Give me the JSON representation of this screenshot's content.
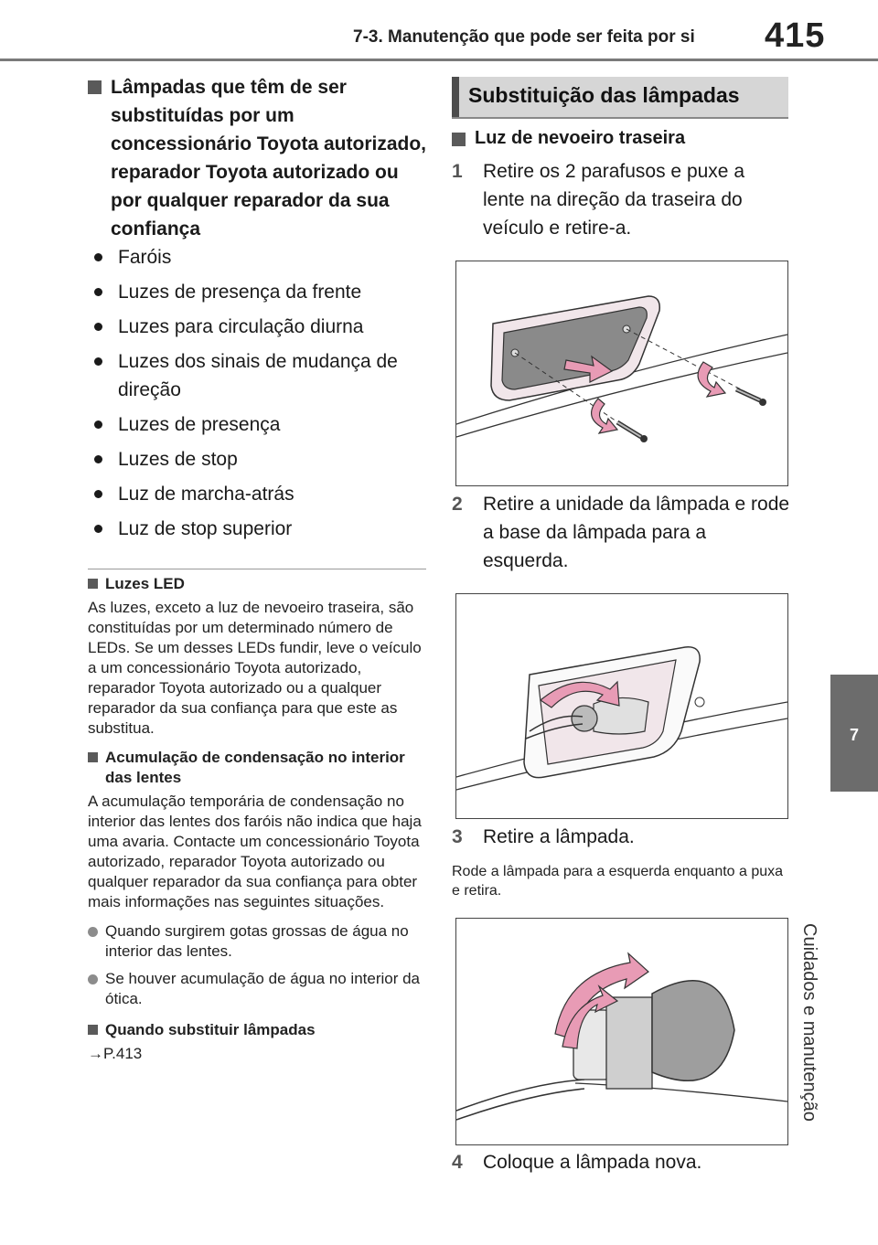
{
  "header": {
    "title": "7-3. Manutenção que pode ser feita por si",
    "page_number": "415"
  },
  "side_tab": {
    "number": "7",
    "label": "Cuidados e manutenção"
  },
  "left": {
    "heading": "Lâmpadas que têm de ser substituídas por um concessionário Toyota autorizado, reparador Toyota autorizado ou por qualquer reparador da sua confiança",
    "bullets": [
      "Faróis",
      "Luzes de presença da frente",
      "Luzes para circulação diurna",
      "Luzes dos sinais de mudança de direção",
      "Luzes de presença",
      "Luzes de stop",
      "Luz de marcha-atrás",
      "Luz de stop superior"
    ],
    "notes": {
      "led_title": "Luzes LED",
      "led_text": "As luzes, exceto a luz de nevoeiro traseira, são constituídas por um determinado número de LEDs. Se um desses LEDs fundir, leve o veículo a um concessionário Toyota autorizado, reparador Toyota autorizado ou a qualquer reparador da sua confiança para que este as substitua.",
      "cond_title": "Acumulação de condensação no interior das lentes",
      "cond_text": "A acumulação temporária de condensação no interior das lentes dos faróis não indica que haja uma avaria. Contacte um concessionário Toyota autorizado, reparador Toyota autorizado ou qualquer reparador da sua confiança para obter mais informações nas seguintes situações.",
      "cond_bullets": [
        "Quando surgirem gotas grossas de água no interior das lentes.",
        "Se houver acumulação de água no interior da ótica."
      ],
      "replace_title": "Quando substituir lâmpadas",
      "replace_ref": "→P.413"
    }
  },
  "right": {
    "section_title": "Substituição das lâmpadas",
    "subheading": "Luz de nevoeiro traseira",
    "steps": [
      {
        "num": "1",
        "text": "Retire os 2 parafusos e puxe a lente na direção da traseira do veículo e retire-a."
      },
      {
        "num": "2",
        "text": "Retire a unidade da lâmpada e rode a base da lâmpada para a esquerda."
      },
      {
        "num": "3",
        "text": "Retire a lâmpada."
      },
      {
        "num": "4",
        "text": "Coloque a lâmpada nova."
      }
    ],
    "step3_note": "Rode a lâmpada para a esquerda enquanto a puxa e retira."
  },
  "colors": {
    "accent_pink": "#e89bb5",
    "section_bar": "#d6d6d6",
    "side_tab": "#6c6c6c"
  }
}
